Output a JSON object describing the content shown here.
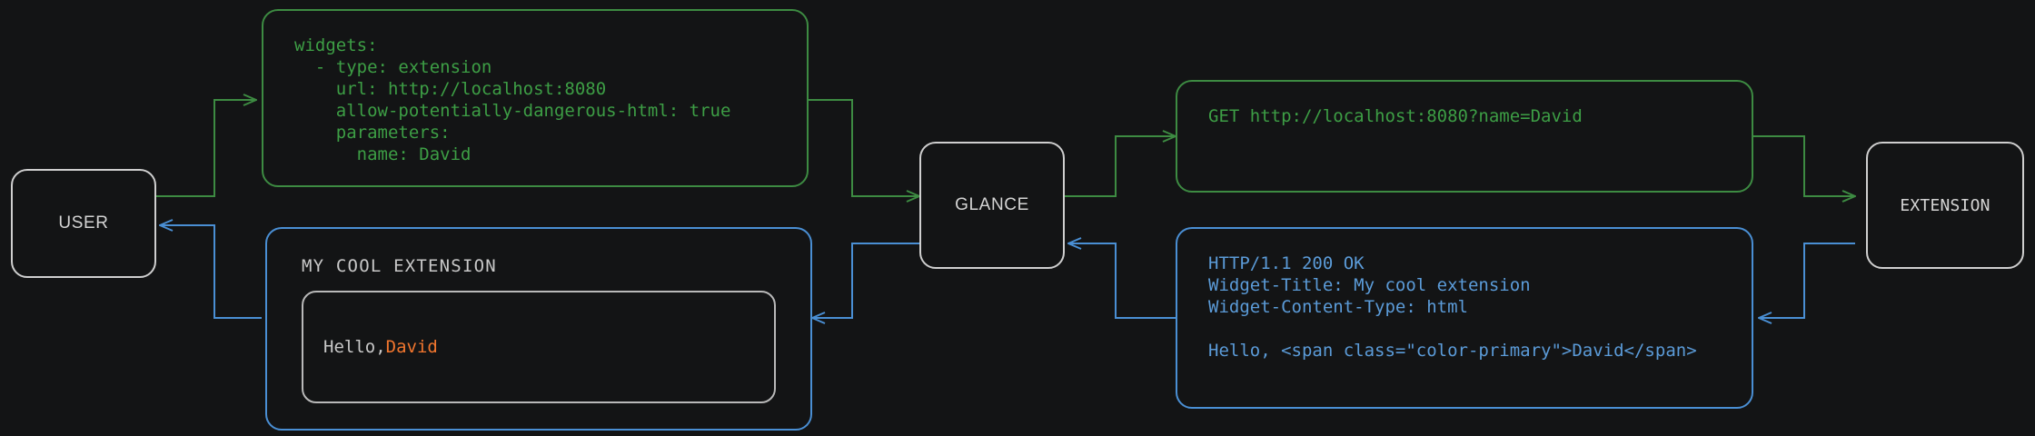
{
  "colors": {
    "background": "#131415",
    "node_border": "#cfcfcf",
    "request_green": "#3d8b42",
    "response_blue": "#4a8fd4",
    "accent_orange": "#f2762e",
    "text_light": "#d4d4d4"
  },
  "nodes": {
    "user": {
      "label": "USER"
    },
    "glance": {
      "label": "GLANCE"
    },
    "extension": {
      "label": "EXTENSION"
    }
  },
  "config_block": {
    "lines": [
      "widgets:",
      "  - type: extension",
      "    url: http://localhost:8080",
      "    allow-potentially-dangerous-html: true",
      "    parameters:",
      "      name: David"
    ]
  },
  "request_block": {
    "lines": [
      "GET http://localhost:8080?name=David"
    ]
  },
  "response_block": {
    "lines": [
      "HTTP/1.1 200 OK",
      "Widget-Title: My cool extension",
      "Widget-Content-Type: html",
      "",
      "Hello, <span class=\"color-primary\">David</span>"
    ]
  },
  "widget_preview": {
    "title": "MY COOL EXTENSION",
    "greeting": "Hello, ",
    "name": "David"
  }
}
